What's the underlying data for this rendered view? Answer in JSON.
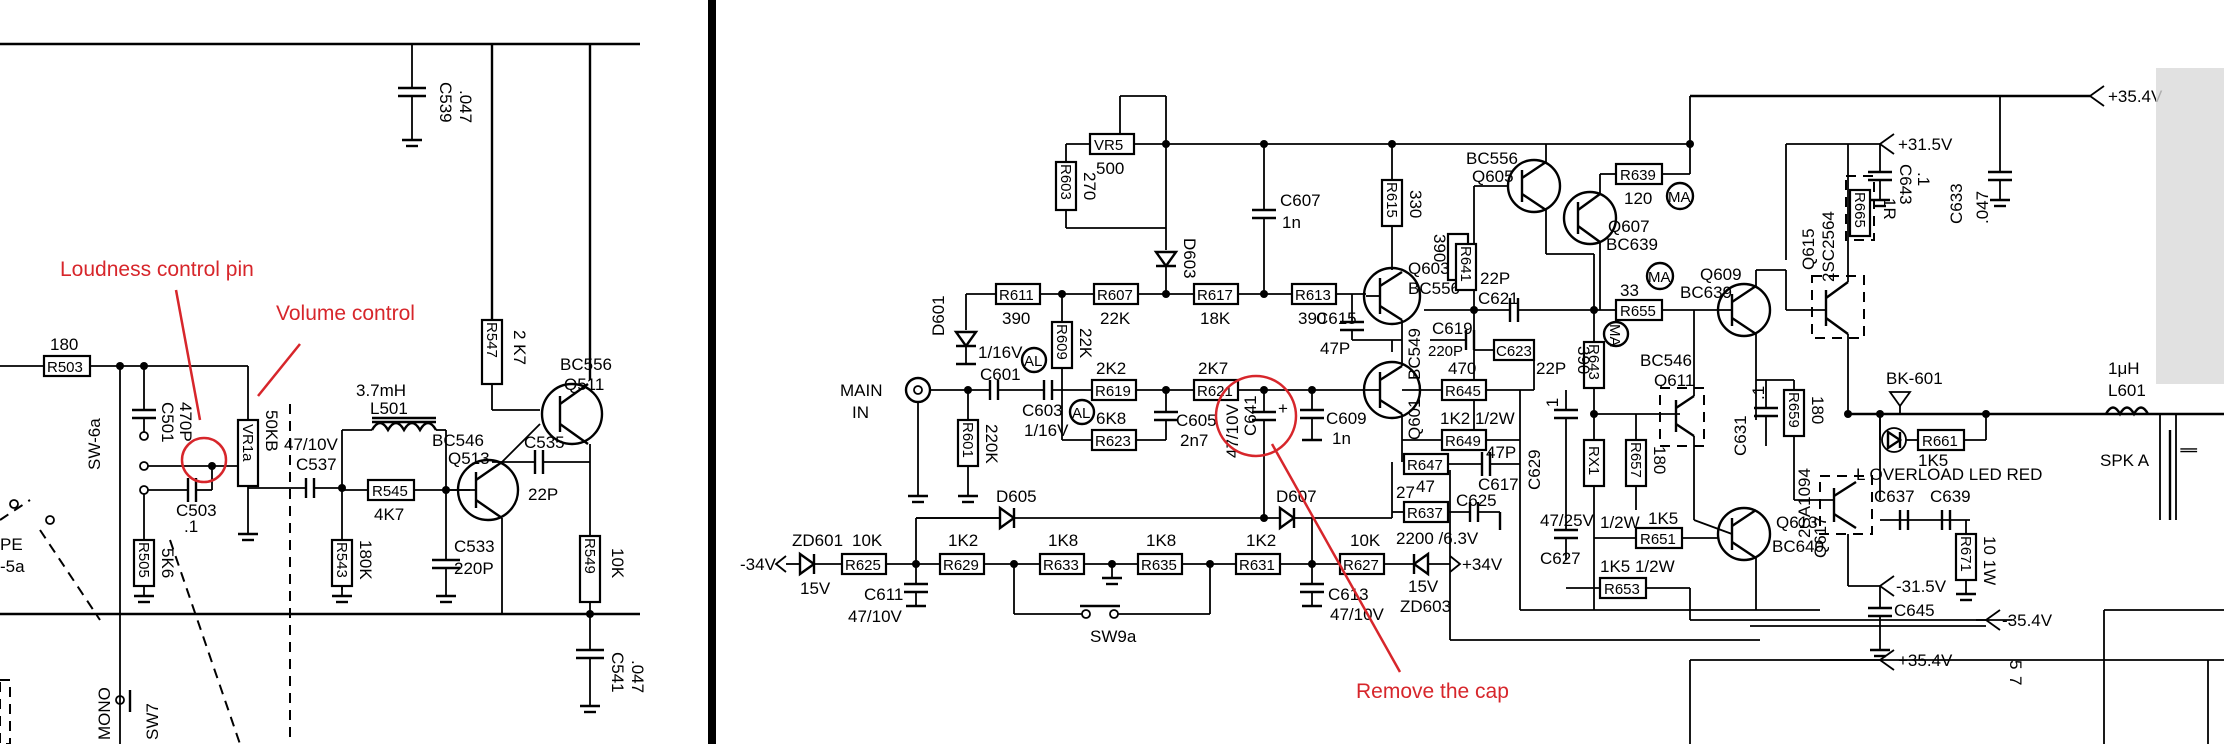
{
  "annotations": {
    "loudness": "Loudness control pin",
    "volume": "Volume control",
    "remove_cap": "Remove the cap",
    "color": "#d7262b"
  },
  "left": {
    "c539": "C539",
    "c539_val": ".047",
    "r503": "R503",
    "r503_val": "180",
    "c501": "C501",
    "c501_val": "470P",
    "sw6a": "SW-6a",
    "vr1a": "VR1a",
    "vr1a_val": "50KB",
    "c503": "C503",
    "c503_val": ".1",
    "r505": "R505",
    "r505_val": "5K6",
    "c537": "C537",
    "c537_val": "47/10V",
    "l501": "L501",
    "l501_val": "3.7mH",
    "r545": "R545",
    "r545_val": "4K7",
    "r543": "R543",
    "r543_val": "180K",
    "q513": "Q513",
    "q513_type": "BC546",
    "r547": "R547",
    "r547_val": "2 K7",
    "q511": "Q511",
    "q511_type": "BC556",
    "c535": "C535",
    "c535_val": "22P",
    "c533": "C533",
    "c533_val": "220P",
    "r549": "R549",
    "r549_val": "10K",
    "c541": "C541",
    "c541_val": ".047",
    "pe": "PE",
    "sw5a": "-5a",
    "mono": "MONO",
    "sw7": "SW7"
  },
  "right": {
    "vr5": "VR5",
    "vr5_val": "500",
    "r603": "R603",
    "r603_val": "270",
    "d603": "D603",
    "c607": "C607",
    "c607_val": "1n",
    "r615": "R615",
    "r615_val": "330",
    "q605": "Q605",
    "q605_type": "BC556",
    "q607": "Q607",
    "q607_type": "BC639",
    "r639": "R639",
    "r639_val": "120",
    "ma": "MA",
    "v354_top": "+35.4V",
    "v315": "+31.5V",
    "c643": "C643",
    "c643_val": ".1",
    "c633": "C633",
    "c633_val": ".047",
    "r611": "R611",
    "r611_val": "390",
    "r607": "R607",
    "r607_val": "22K",
    "r617": "R617",
    "r617_val": "18K",
    "r613": "R613",
    "r613_val": "390",
    "q603": "Q603",
    "q603_type": "BC556",
    "c621": "C621",
    "c621_val": "22P",
    "r641": "R641",
    "r641_val": "390",
    "r655": "R655",
    "r655_val": "33",
    "q609": "Q609",
    "q609_type": "BC639",
    "q615": "Q615",
    "q615_type": "2SC2564",
    "r665": "R665",
    "r665_val": "1R",
    "d601": "D601",
    "c601": "C601",
    "c601_val": "1/16V",
    "al": "AL",
    "r609": "R609",
    "r609_val": "22K",
    "c615": "C615",
    "c615_val": "47P",
    "c619": "C619",
    "c619_val": "220P",
    "c623": "C623",
    "c623_val": "22P",
    "r643": "R643",
    "r643_val": "390",
    "q611": "Q611",
    "q611_type": "BC546",
    "main_in": "MAIN",
    "main_in2": "IN",
    "r619": "R619",
    "r619_val": "2K2",
    "r621": "R621",
    "r621_val": "2K7",
    "q601": "Q601",
    "q601_type": "BC549",
    "r645": "R645",
    "r645_val": "470",
    "c603": "C603",
    "c603_val": "1/16V",
    "r623": "R623",
    "r623_val": "6K8",
    "c605": "C605",
    "c605_val": "2n7",
    "c641": "C641",
    "c641_val": "47/10V",
    "c609": "C609",
    "c609_val": "1n",
    "r649": "R649",
    "r649_val": "1K2 1/2W",
    "r601": "R601",
    "r601_val": "220K",
    "c629": "C629",
    "c629_val": ".1",
    "rx1": "RX1",
    "r657": "R657",
    "r657_val": "180",
    "c631": "C631",
    "c631_val": ".1",
    "r659": "R659",
    "r659_val": "180",
    "q617": "Q617",
    "q617_type": "2SA1094",
    "bk601": "BK-601",
    "r661": "R661",
    "r661_val": "1K5",
    "overload": "L OVERLOAD LED RED",
    "l601": "L601",
    "l601_val": "1μH",
    "spk_a": "SPK A",
    "d605": "D605",
    "d607": "D607",
    "r647": "R647",
    "r647_val": "47",
    "c617": "C617",
    "c617_val": "47P",
    "r637": "R637",
    "r637_val": "27",
    "c625": "C625",
    "c625_val": "2200 /6.3V",
    "c627": "C627",
    "c627_val": "47/25V",
    "r651": "R651",
    "r651_val": "1/2W",
    "r651_val2": "1K5",
    "q613": "Q613",
    "q613_type": "BC640",
    "r653": "R653",
    "r653_val": "1K5 1/2W",
    "c637": "C637",
    "c639": "C639",
    "r671": "R671",
    "r671_val": "10 1W",
    "v315n": "-31.5V",
    "c645": "C645",
    "v354n": "-35.4V",
    "v354p": "+35.4V",
    "zd601": "ZD601",
    "zd601_val": "15V",
    "vm34": "-34V",
    "r625": "R625",
    "r625_val": "10K",
    "r629": "R629",
    "r629_val": "1K2",
    "r633": "R633",
    "r633_val": "1K8",
    "r635": "R635",
    "r635_val": "1K8",
    "r631": "R631",
    "r631_val": "1K2",
    "r627": "R627",
    "r627_val": "10K",
    "zd603": "ZD603",
    "zd603_val": "15V",
    "vp34": "+34V",
    "c611": "C611",
    "c611_val": "47/10V",
    "c613": "C613",
    "c613_val": "47/10V",
    "sw9a": "SW9a",
    "edge_5": "5",
    "edge_7": "7",
    "edge_c": "∥"
  }
}
